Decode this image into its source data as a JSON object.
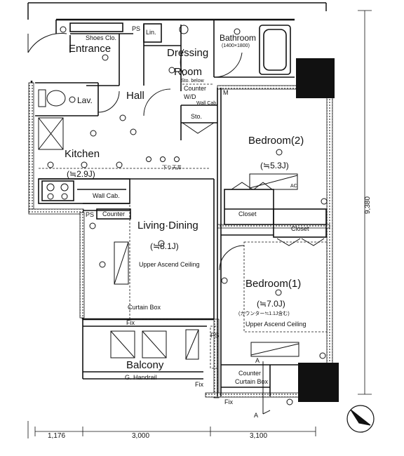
{
  "rooms": {
    "entrance": "Entrance",
    "shoes_closet": "Shoes Clo.",
    "lin": "Lin.",
    "dressing": "Dressing",
    "room": "Room",
    "sto_below": "Sto. below",
    "counter": "Counter",
    "wd": "W/D",
    "wall_cab_small": "Wall Cab.",
    "bathroom": "Bathroom",
    "bathroom_size": "(1400×1800)",
    "lav": "Lav.",
    "hall": "Hall",
    "sto": "Sto.",
    "kitchen": "Kitchen",
    "kitchen_area": "(≒2.9J)",
    "wall_cab": "Wall Cab.",
    "kitchen_counter": "Counter",
    "bedroom2": "Bedroom(2)",
    "bedroom2_area": "(≒5.3J)",
    "closet1": "Closet",
    "closet2": "Closet",
    "living": "Living·Dining",
    "living_area": "(≒8.1J)",
    "living_ceiling": "Upper Ascend Ceiling",
    "bedroom1": "Bedroom(1)",
    "bedroom1_area": "(≒7.0J)",
    "bedroom1_note": "(カウンター≒1.1J含む)",
    "bedroom1_ceiling": "Upper Ascend Ceiling",
    "curtain_box": "Curtain Box",
    "fix": "Fix",
    "balcony": "Balcony",
    "handrail": "G. Handrail",
    "bed1_counter": "Counter",
    "bed1_curtain": "Curtain Box",
    "fix_bottom": "Fix",
    "fix_left": "Fix",
    "ps1": "PS",
    "ps2": "PS",
    "ps3": "PS",
    "marker_a1": "A",
    "marker_a2": "A",
    "marker_m": "M",
    "lower_ceiling": "下り天井",
    "ac": "AC"
  },
  "dimensions": {
    "d1": "1,176",
    "d2": "3,000",
    "d3": "3,100",
    "height": "9,380"
  }
}
